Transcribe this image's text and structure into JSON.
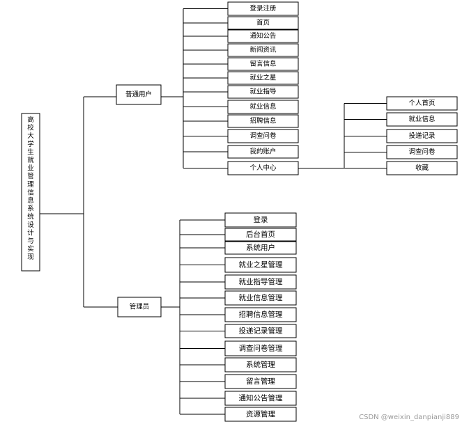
{
  "root": {
    "label": "高校大学生就业管理信息系统设计与实现"
  },
  "branches": [
    {
      "label": "普通用户",
      "children": [
        {
          "label": "登录注册"
        },
        {
          "label": "首页"
        },
        {
          "label": "通知公告"
        },
        {
          "label": "新闻资讯"
        },
        {
          "label": "留言信息"
        },
        {
          "label": "就业之星"
        },
        {
          "label": "就业指导"
        },
        {
          "label": "就业信息"
        },
        {
          "label": "招聘信息"
        },
        {
          "label": "调查问卷"
        },
        {
          "label": "我的账户"
        },
        {
          "label": "个人中心",
          "children": [
            {
              "label": "个人首页"
            },
            {
              "label": "就业信息"
            },
            {
              "label": "投递记录"
            },
            {
              "label": "调查问卷"
            },
            {
              "label": "收藏"
            }
          ]
        }
      ]
    },
    {
      "label": "管理员",
      "children": [
        {
          "label": "登录"
        },
        {
          "label": "后台首页"
        },
        {
          "label": "系统用户"
        },
        {
          "label": "就业之星管理"
        },
        {
          "label": "就业指导管理"
        },
        {
          "label": "就业信息管理"
        },
        {
          "label": "招聘信息管理"
        },
        {
          "label": "投递记录管理"
        },
        {
          "label": "调查问卷管理"
        },
        {
          "label": "系统管理"
        },
        {
          "label": "留言管理"
        },
        {
          "label": "通知公告管理"
        },
        {
          "label": "资源管理"
        }
      ]
    }
  ],
  "watermark": "CSDN @weixin_danpianji889"
}
